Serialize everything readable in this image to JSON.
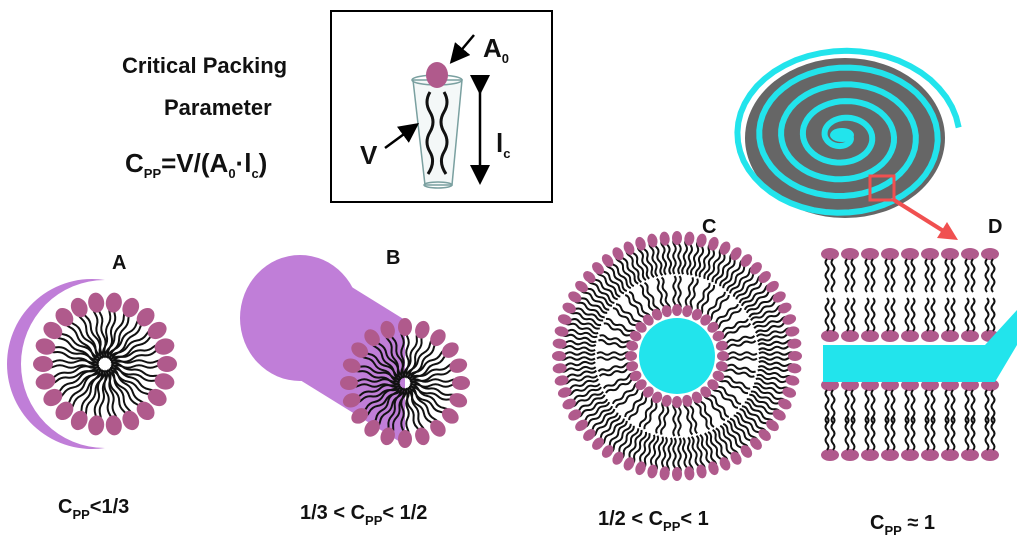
{
  "title_line1": "Critical Packing",
  "title_line2": "Parameter",
  "formula": {
    "c": "C",
    "c_sub": "PP",
    "eq": "=V/(A",
    "a_sub": "0",
    "dot": "·l",
    "l_sub": "c",
    "close": ")"
  },
  "box_labels": {
    "a0": "A",
    "a0_sub": "0",
    "v": "V",
    "lc": "l",
    "lc_sub": "c"
  },
  "panels": [
    {
      "letter": "A",
      "pre": "C",
      "sub": "PP",
      "post": "<1/3"
    },
    {
      "letter": "B",
      "pre": "1/3 < C",
      "sub": "PP",
      "post": "< 1/2"
    },
    {
      "letter": "C",
      "pre": "1/2 < C",
      "sub": "PP",
      "post": "< 1"
    },
    {
      "letter": "D",
      "pre": "C",
      "sub": "PP",
      "post": " ≈ 1"
    }
  ],
  "colors": {
    "head": "#b05a8c",
    "shell": "#c07ed8",
    "water": "#22e4ec",
    "disc": "#666666",
    "arrow": "#f05050"
  }
}
